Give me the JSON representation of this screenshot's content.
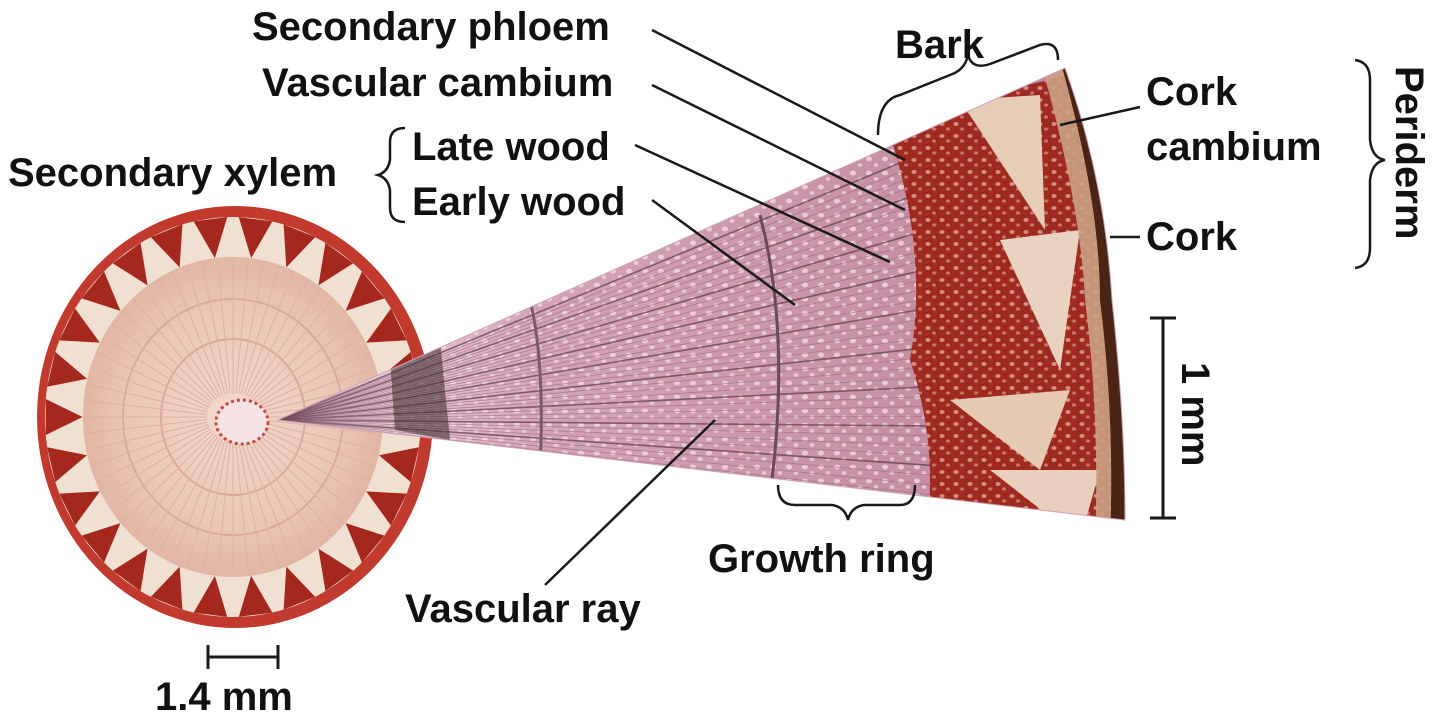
{
  "labels": {
    "secondary_phloem": "Secondary phloem",
    "vascular_cambium": "Vascular cambium",
    "secondary_xylem": "Secondary xylem",
    "late_wood": "Late wood",
    "early_wood": "Early wood",
    "bark": "Bark",
    "cork_cambium_line1": "Cork",
    "cork_cambium_line2": "cambium",
    "cork": "Cork",
    "periderm": "Periderm",
    "growth_ring": "Growth ring",
    "vascular_ray": "Vascular ray",
    "scale_small": "1.4 mm",
    "scale_large": "1 mm"
  },
  "colors": {
    "phloem_red": "#a5281f",
    "wood_pink": "#d9a7b8",
    "stem_tan": "#e9c7b3",
    "cork_brown": "#4a2414",
    "leader": "#1a1a1a"
  }
}
